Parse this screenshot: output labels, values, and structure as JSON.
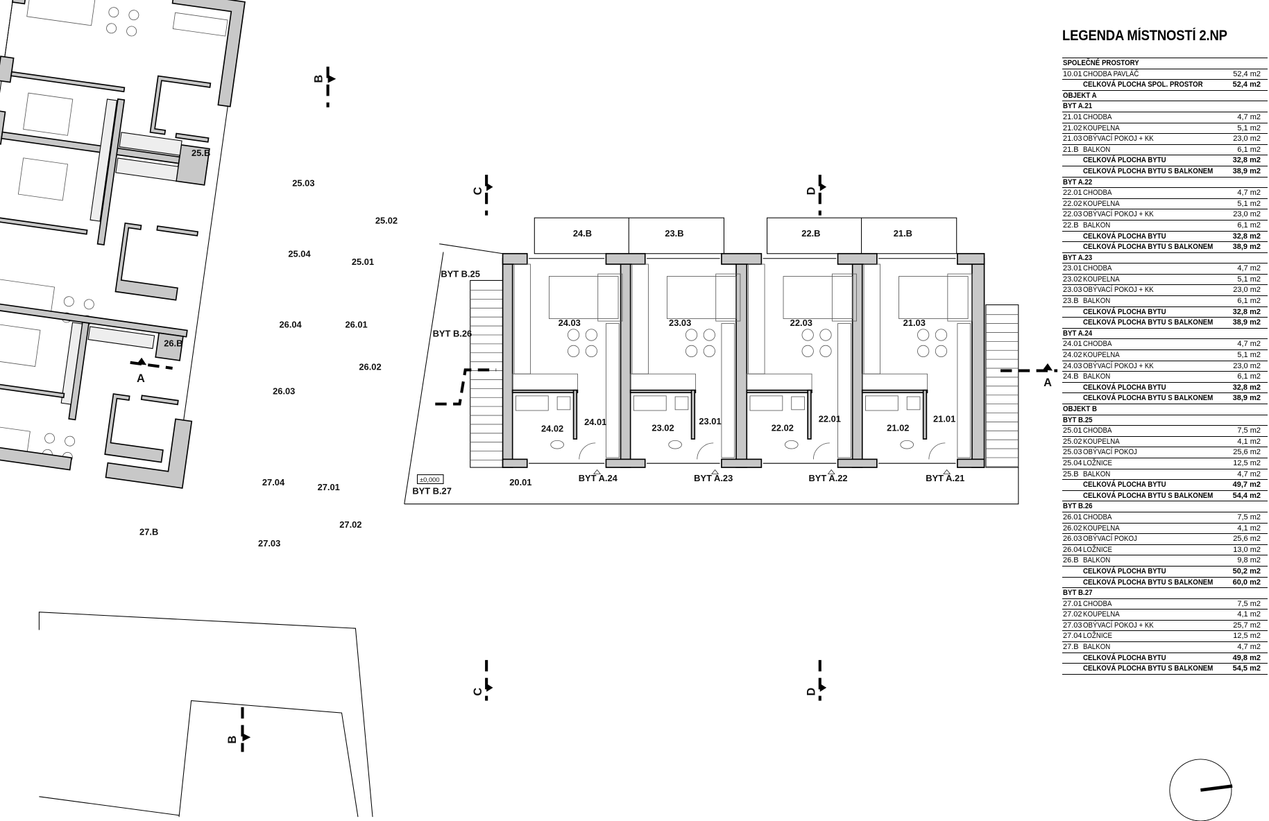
{
  "legend": {
    "title": "LEGENDA MÍSTNOSTÍ 2.NP",
    "rows": [
      {
        "type": "section",
        "code": "SPOLEČNÉ PROSTORY"
      },
      {
        "type": "item",
        "code": "10.01",
        "name": "CHODBA PAVLÁČ",
        "area": "52,4 m2"
      },
      {
        "type": "total",
        "name": "CELKOVÁ PLOCHA SPOL. PROSTOR",
        "area": "52,4 m2"
      },
      {
        "type": "section",
        "code": "OBJEKT A"
      },
      {
        "type": "section",
        "code": "BYT A.21"
      },
      {
        "type": "item",
        "code": "21.01",
        "name": "CHODBA",
        "area": "4,7 m2"
      },
      {
        "type": "item",
        "code": "21.02",
        "name": "KOUPELNA",
        "area": "5,1 m2"
      },
      {
        "type": "item",
        "code": "21.03",
        "name": "OBÝVACÍ POKOJ + KK",
        "area": "23,0 m2"
      },
      {
        "type": "item",
        "code": "21.B",
        "name": "BALKON",
        "area": "6,1 m2"
      },
      {
        "type": "total",
        "name": "CELKOVÁ PLOCHA BYTU",
        "area": "32,8 m2"
      },
      {
        "type": "total",
        "name": "CELKOVÁ PLOCHA BYTU S BALKONEM",
        "area": "38,9 m2"
      },
      {
        "type": "section",
        "code": "BYT A.22"
      },
      {
        "type": "item",
        "code": "22.01",
        "name": "CHODBA",
        "area": "4,7 m2"
      },
      {
        "type": "item",
        "code": "22.02",
        "name": "KOUPELNA",
        "area": "5,1 m2"
      },
      {
        "type": "item",
        "code": "22.03",
        "name": "OBÝVACÍ POKOJ + KK",
        "area": "23,0 m2"
      },
      {
        "type": "item",
        "code": "22.B",
        "name": "BALKON",
        "area": "6,1 m2"
      },
      {
        "type": "total",
        "name": "CELKOVÁ PLOCHA BYTU",
        "area": "32,8 m2"
      },
      {
        "type": "total",
        "name": "CELKOVÁ PLOCHA BYTU S BALKONEM",
        "area": "38,9 m2"
      },
      {
        "type": "section",
        "code": "BYT A.23"
      },
      {
        "type": "item",
        "code": "23.01",
        "name": "CHODBA",
        "area": "4,7 m2"
      },
      {
        "type": "item",
        "code": "23.02",
        "name": "KOUPELNA",
        "area": "5,1 m2"
      },
      {
        "type": "item",
        "code": "23.03",
        "name": "OBÝVACÍ POKOJ + KK",
        "area": "23,0 m2"
      },
      {
        "type": "item",
        "code": "23.B",
        "name": "BALKON",
        "area": "6,1 m2"
      },
      {
        "type": "total",
        "name": "CELKOVÁ PLOCHA BYTU",
        "area": "32,8 m2"
      },
      {
        "type": "total",
        "name": "CELKOVÁ PLOCHA BYTU S BALKONEM",
        "area": "38,9 m2"
      },
      {
        "type": "section",
        "code": "BYT A.24"
      },
      {
        "type": "item",
        "code": "24.01",
        "name": "CHODBA",
        "area": "4,7 m2"
      },
      {
        "type": "item",
        "code": "24.02",
        "name": "KOUPELNA",
        "area": "5,1 m2"
      },
      {
        "type": "item",
        "code": "24.03",
        "name": "OBÝVACÍ POKOJ + KK",
        "area": "23,0 m2"
      },
      {
        "type": "item",
        "code": "24.B",
        "name": "BALKON",
        "area": "6,1 m2"
      },
      {
        "type": "total",
        "name": "CELKOVÁ PLOCHA BYTU",
        "area": "32,8 m2"
      },
      {
        "type": "total",
        "name": "CELKOVÁ PLOCHA BYTU S BALKONEM",
        "area": "38,9 m2"
      },
      {
        "type": "section",
        "code": "OBJEKT B"
      },
      {
        "type": "section",
        "code": "BYT B.25"
      },
      {
        "type": "item",
        "code": "25.01",
        "name": "CHODBA",
        "area": "7,5 m2"
      },
      {
        "type": "item",
        "code": "25.02",
        "name": "KOUPELNA",
        "area": "4,1 m2"
      },
      {
        "type": "item",
        "code": "25.03",
        "name": "OBÝVACÍ POKOJ",
        "area": "25,6 m2"
      },
      {
        "type": "item",
        "code": "25.04",
        "name": "LOŽNICE",
        "area": "12,5 m2"
      },
      {
        "type": "item",
        "code": "25.B",
        "name": "BALKON",
        "area": "4,7 m2"
      },
      {
        "type": "total",
        "name": "CELKOVÁ PLOCHA BYTU",
        "area": "49,7 m2"
      },
      {
        "type": "total",
        "name": "CELKOVÁ PLOCHA BYTU S BALKONEM",
        "area": "54,4 m2"
      },
      {
        "type": "section",
        "code": "BYT B.26"
      },
      {
        "type": "item",
        "code": "26.01",
        "name": "CHODBA",
        "area": "7,5 m2"
      },
      {
        "type": "item",
        "code": "26.02",
        "name": "KOUPELNA",
        "area": "4,1 m2"
      },
      {
        "type": "item",
        "code": "26.03",
        "name": "OBÝVACÍ POKOJ",
        "area": "25,6 m2"
      },
      {
        "type": "item",
        "code": "26.04",
        "name": "LOŽNICE",
        "area": "13,0 m2"
      },
      {
        "type": "item",
        "code": "26.B",
        "name": "BALKON",
        "area": "9,8 m2"
      },
      {
        "type": "total",
        "name": "CELKOVÁ PLOCHA BYTU",
        "area": "50,2 m2"
      },
      {
        "type": "total",
        "name": "CELKOVÁ PLOCHA BYTU S BALKONEM",
        "area": "60,0 m2"
      },
      {
        "type": "section",
        "code": "BYT B.27"
      },
      {
        "type": "item",
        "code": "27.01",
        "name": "CHODBA",
        "area": "7,5 m2"
      },
      {
        "type": "item",
        "code": "27.02",
        "name": "KOUPELNA",
        "area": "4,1 m2"
      },
      {
        "type": "item",
        "code": "27.03",
        "name": "OBÝVACÍ POKOJ + KK",
        "area": "25,7 m2"
      },
      {
        "type": "item",
        "code": "27.04",
        "name": "LOŽNICE",
        "area": "12,5 m2"
      },
      {
        "type": "item",
        "code": "27.B",
        "name": "BALKON",
        "area": "4,7 m2"
      },
      {
        "type": "total",
        "name": "CELKOVÁ PLOCHA BYTU",
        "area": "49,8 m2"
      },
      {
        "type": "total",
        "name": "CELKOVÁ PLOCHA BYTU S BALKONEM",
        "area": "54,5 m2"
      }
    ]
  },
  "plan": {
    "labels": [
      "25.B",
      "25.03",
      "25.02",
      "25.04",
      "25.01",
      "BYT B.25",
      "26.B",
      "26.04",
      "26.01",
      "BYT B.26",
      "26.02",
      "26.03",
      "27.04",
      "27.01",
      "BYT B.27",
      "27.02",
      "27.B",
      "27.03",
      "20.01",
      "24.B",
      "23.B",
      "22.B",
      "21.B",
      "24.03",
      "23.03",
      "22.03",
      "21.03",
      "24.01",
      "23.01",
      "22.01",
      "21.01",
      "24.02",
      "23.02",
      "22.02",
      "21.02",
      "BYT A.24",
      "BYT A.23",
      "BYT A.22",
      "BYT A.21"
    ],
    "level_mark": "±0,000",
    "section_marks": {
      "a": "A",
      "b": "B",
      "c": "C",
      "d": "D"
    }
  }
}
